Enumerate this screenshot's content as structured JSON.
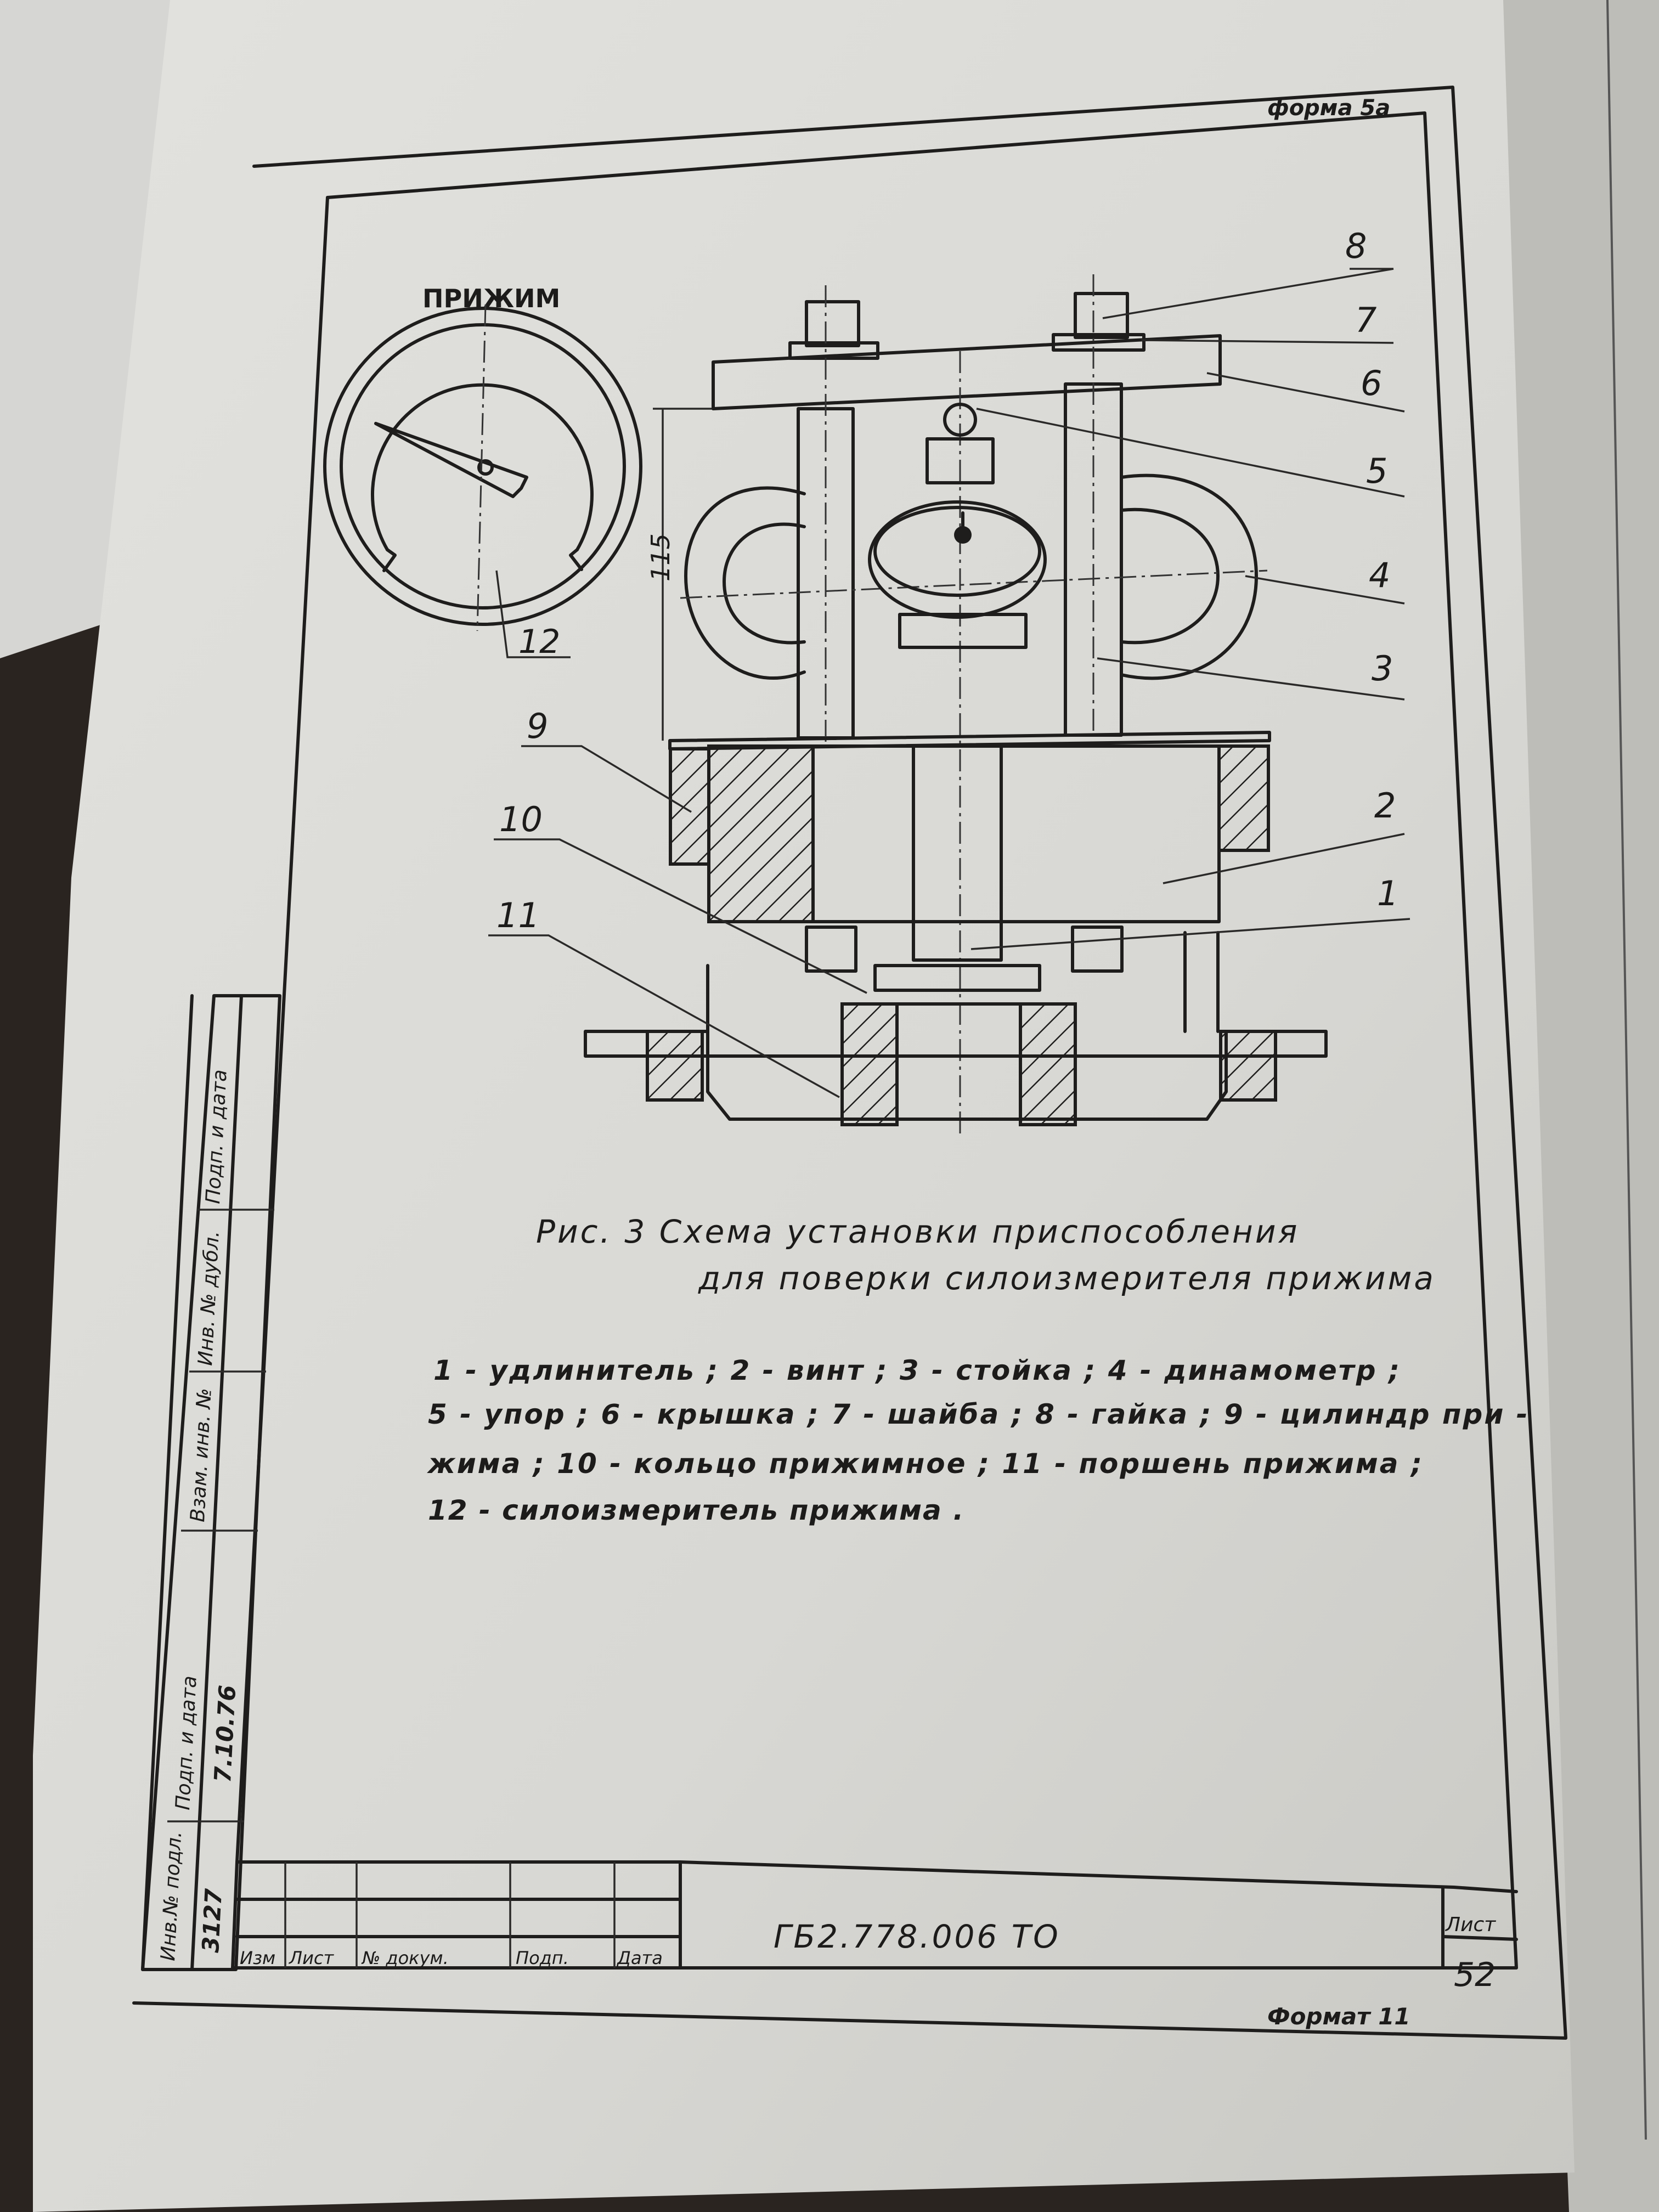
{
  "header": {
    "form_label": "форма 5а"
  },
  "gauge": {
    "title": "ПРИЖИМ",
    "callout": "12"
  },
  "dimension": {
    "value": "115"
  },
  "callouts": [
    "1",
    "2",
    "3",
    "4",
    "5",
    "6",
    "7",
    "8",
    "9",
    "10",
    "11"
  ],
  "caption": {
    "line1": "Рис. 3  Схема   установки   приспособления",
    "line2": "для   поверки   силоизмерителя  прижима"
  },
  "legend": {
    "line1": "1 - удлинитель ; 2 - винт ; 3 - стойка ; 4 - динамометр ;",
    "line2": "5 - упор ; 6 - крышка ; 7 - шайба ; 8 - гайка ; 9 - цилиндр  при -",
    "line3": "жима ; 10 - кольцо   прижимное ; 11 - поршень   прижима ;",
    "line4": "12 - силоизмеритель прижима ."
  },
  "side_stamp": {
    "labels": [
      "Инв.№ подл.",
      "Подп. и дата",
      "Взам. инв. №",
      "Инв. № дубл.",
      "Подп. и дата"
    ],
    "inv_number": "3127",
    "sign_date": "7.10.76"
  },
  "title_block": {
    "headers": [
      "Изм",
      "Лист",
      "№ докум.",
      "Подп.",
      "Дата"
    ],
    "document_code": "ГБ2.778.006 ТО",
    "sheet_label": "Лист",
    "sheet_number": "52"
  },
  "footer": {
    "format_label": "Формат 11"
  },
  "colors": {
    "paper": "#dcdcd8",
    "ink": "#1e1d1c",
    "background": "#2a2420"
  }
}
